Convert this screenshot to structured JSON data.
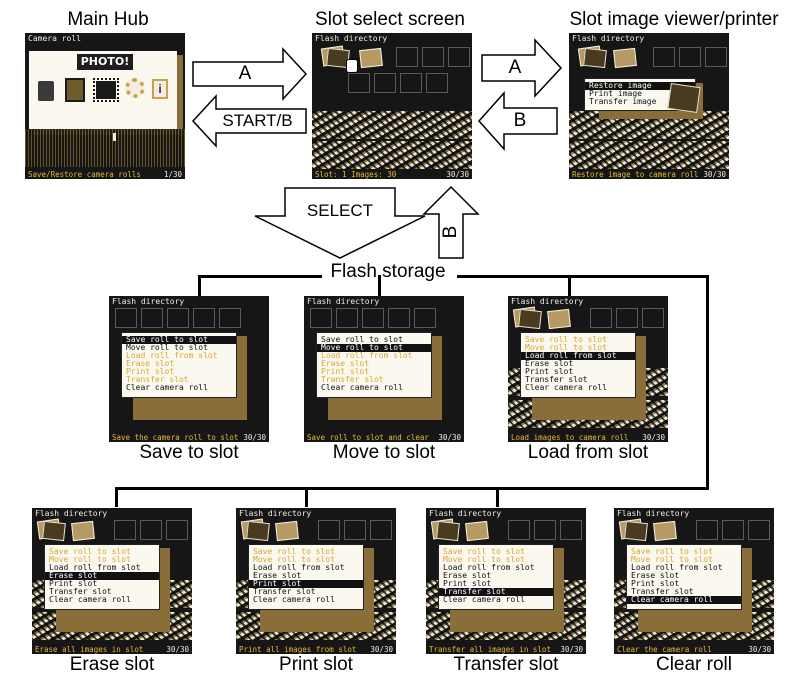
{
  "top_row": {
    "main_hub": {
      "label": "Main Hub",
      "title": "Camera roll",
      "logo": "PHOTO!",
      "status_left": "Save/Restore camera rolls",
      "status_right": "1/30",
      "icons": [
        "camera-icon",
        "film-roll-icon",
        "chip-icon",
        "gear-icon",
        "info-icon"
      ]
    },
    "slot_select": {
      "label": "Slot select screen",
      "title": "Flash directory",
      "status_left": "Slot: 1 Images: 30",
      "status_right": "30/30"
    },
    "viewer": {
      "label": "Slot image viewer/printer",
      "title": "Flash directory",
      "menu": [
        "Restore image",
        "Print image",
        "Transfer image"
      ],
      "status_left": "Restore image to camera roll",
      "status_right": "30/30"
    }
  },
  "arrows": {
    "hub_to_slot": "A",
    "slot_to_hub": "START/B",
    "slot_to_viewer": "A",
    "viewer_to_slot": "B",
    "select": "SELECT",
    "back_b": "B"
  },
  "flash_storage_label": "Flash storage",
  "menu_items": [
    "Save roll to slot",
    "Move roll to slot",
    "Load roll from slot",
    "Erase slot",
    "Print slot",
    "Transfer slot",
    "Clear camera roll"
  ],
  "colors": {
    "screen_bg": "#161616",
    "menu_bg": "#fbf8f0",
    "menu_yellow": "#d9a730",
    "menu_shadow": "#8a6e3a",
    "status_yellow": "#e6b93c"
  },
  "flash_screens": [
    {
      "caption": "Save to slot",
      "title": "Flash directory",
      "selected": 0,
      "yellow": [
        2,
        3,
        4,
        5
      ],
      "status_left": "Save the camera roll to slot",
      "status_right": "30/30"
    },
    {
      "caption": "Move to slot",
      "title": "Flash directory",
      "selected": 1,
      "yellow": [
        2,
        3,
        4,
        5
      ],
      "status_left": "Save roll to slot and clear",
      "status_right": "30/30"
    },
    {
      "caption": "Load from slot",
      "title": "Flash directory",
      "selected": 2,
      "yellow": [
        0,
        1
      ],
      "status_left": "Load images to camera roll",
      "status_right": "30/30"
    },
    {
      "caption": "Erase slot",
      "title": "Flash directory",
      "selected": 3,
      "yellow": [
        0,
        1
      ],
      "status_left": "Erase all images in slot",
      "status_right": "30/30"
    },
    {
      "caption": "Print slot",
      "title": "Flash directory",
      "selected": 4,
      "yellow": [
        0,
        1
      ],
      "status_left": "Print all images from slot",
      "status_right": "30/30"
    },
    {
      "caption": "Transfer slot",
      "title": "Flash directory",
      "selected": 5,
      "yellow": [
        0,
        1
      ],
      "status_left": "Transfer all images in slot",
      "status_right": "30/30"
    },
    {
      "caption": "Clear roll",
      "title": "Flash directory",
      "selected": 6,
      "yellow": [
        0,
        1
      ],
      "status_left": "Clear the camera roll",
      "status_right": "30/30"
    }
  ]
}
